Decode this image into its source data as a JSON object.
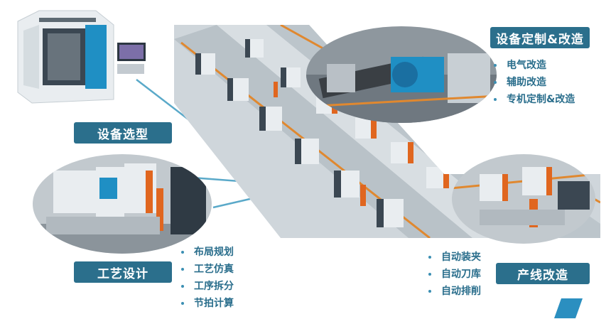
{
  "sections": {
    "equipment_selection": {
      "label": "设备选型"
    },
    "equipment_customization": {
      "label": "设备定制&改造",
      "items": [
        "电气改造",
        "辅助改造",
        "专机定制&改造"
      ]
    },
    "process_design": {
      "label": "工艺设计",
      "items": [
        "布局规划",
        "工艺仿真",
        "工序拆分",
        "节拍计算"
      ]
    },
    "line_retrofit": {
      "label": "产线改造",
      "items": [
        "自动装夹",
        "自动刀库",
        "自动排削"
      ]
    }
  },
  "colors": {
    "label_bg": "#2b6f8c",
    "bullet_text": "#2a6e8c",
    "connector": "#5aa9c9",
    "machine_white": "#e9edf0",
    "machine_dark": "#3b4752",
    "robot_orange": "#e0661f",
    "accent_blue": "#1f8fc4"
  }
}
